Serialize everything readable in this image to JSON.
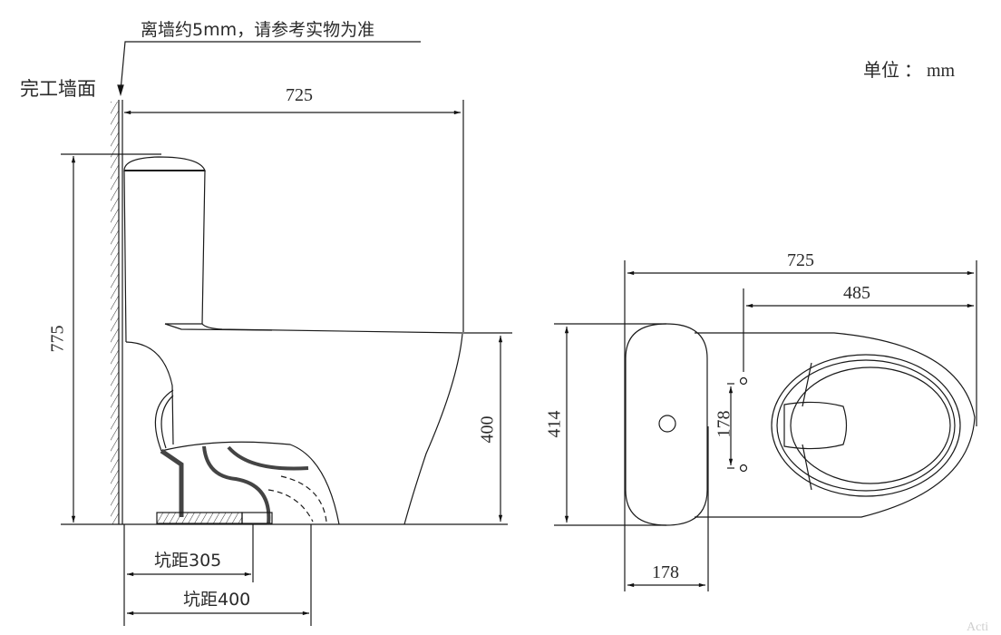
{
  "units_label": "单位 ： mm",
  "notes": {
    "wall_gap_note": "离墙约5mm，请参考实物为准",
    "finished_wall": "完工墙面"
  },
  "side_view": {
    "overall_depth": "725",
    "overall_height": "775",
    "seat_height": "400",
    "rough_in_1": "坑距305",
    "rough_in_2": "坑距400"
  },
  "top_view": {
    "overall_depth": "725",
    "bowl_front_to_bolts": "485",
    "tank_width": "414",
    "bolt_spacing": "178",
    "tank_depth": "178"
  },
  "watermark": "Acti"
}
